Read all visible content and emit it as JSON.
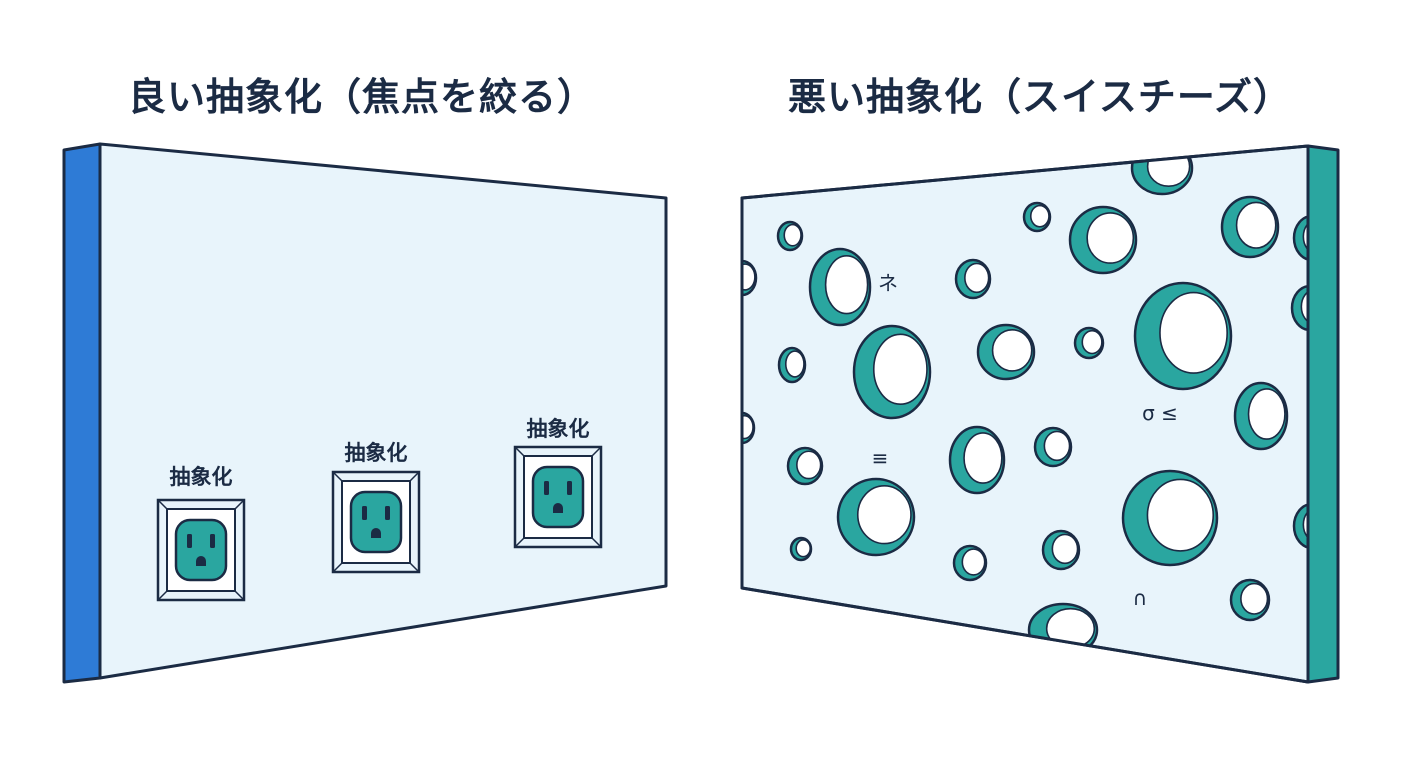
{
  "good": {
    "title": "良い抽象化（焦点を絞る）",
    "outlet_label": "抽象化",
    "outlet_count": 3
  },
  "bad": {
    "title": "悪い抽象化（スイスチーズ）",
    "marks": [
      "ネ",
      "σ ≤",
      "≡",
      "∩"
    ]
  },
  "colors": {
    "panel_face": "#e8f4fb",
    "good_edge": "#2e7bd6",
    "bad_edge": "#2aa6a0",
    "hole_teal": "#2aa6a0",
    "outline": "#1b2b44"
  },
  "icons": [
    "electrical-outlet-icon",
    "cheese-hole-icon"
  ]
}
